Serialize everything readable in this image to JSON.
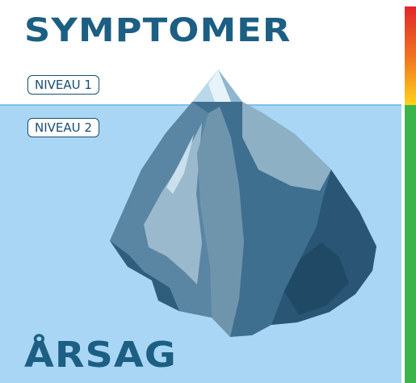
{
  "diagram": {
    "top_label": "SYMPTOMER",
    "bottom_label": "ÅRSAG",
    "levels": [
      {
        "label": "NIVEAU 1"
      },
      {
        "label": "NIVEAU 2"
      }
    ]
  },
  "colors": {
    "water": "#a9d6f5",
    "waterline": "#7fc0ec",
    "title": "#1c5f82",
    "scale_top": [
      "#e3262a",
      "#f07a1f",
      "#ffd318"
    ],
    "scale_bottom": "#3bb54a",
    "ice_dark": "#2d5c7b",
    "ice_mid": "#4f7f9e",
    "ice_light": "#9ab9cc",
    "ice_highlight": "#cfe4f1"
  }
}
